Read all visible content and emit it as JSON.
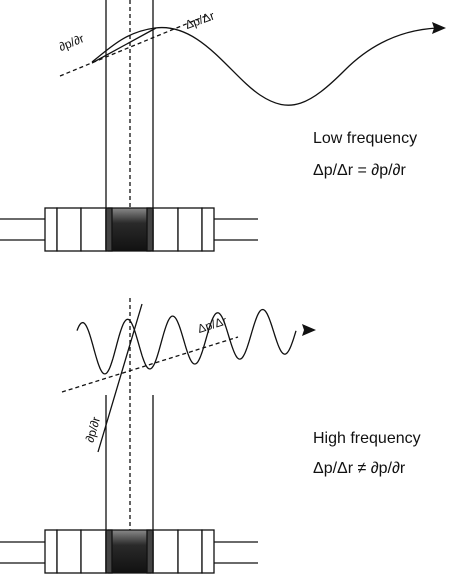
{
  "panels": [
    {
      "id": "low",
      "caption": "Low frequency",
      "relation": "Δp/Δr = ∂p/∂r",
      "partial_label": "∂p/∂r",
      "finite_label": "Δp/Δr"
    },
    {
      "id": "high",
      "caption": "High frequency",
      "relation": "Δp/Δr ≠ ∂p/∂r",
      "partial_label": "∂p/∂r",
      "finite_label": "Δp/Δr"
    }
  ],
  "colors": {
    "ink": "#111111",
    "sensor": "#2a2a2a",
    "background": "#ffffff"
  }
}
